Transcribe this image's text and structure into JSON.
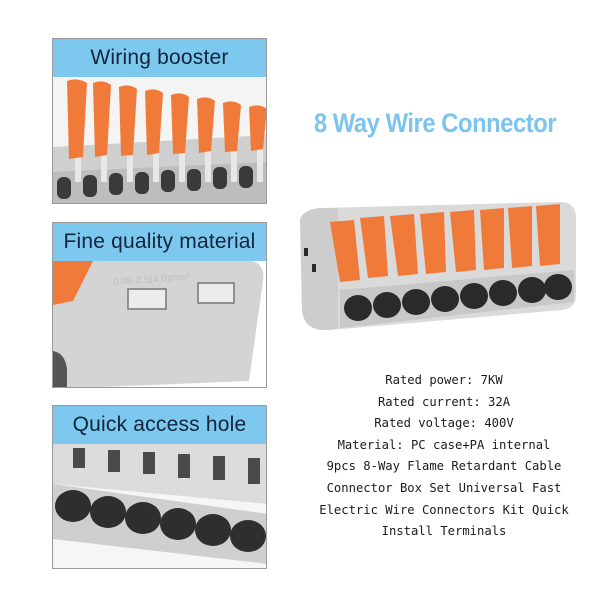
{
  "panels": [
    {
      "label": "Wiring booster",
      "image": "orange-levers-closeup"
    },
    {
      "label": "Fine quality material",
      "image": "gray-case-side-closeup"
    },
    {
      "label": "Quick access hole",
      "image": "wire-holes-closeup"
    }
  ],
  "title": "8 Way Wire Connector",
  "product_image": "8-way-wire-connector",
  "case_marking": "0.08-2.5(4.0)mm²",
  "specs": [
    "Rated power: 7KW",
    "Rated current: 32A",
    "Rated voltage: 400V",
    "Material: PC case+PA internal",
    "9pcs 8-Way Flame Retardant Cable",
    "Connector Box Set Universal Fast",
    "Electric Wire Connectors Kit Quick",
    "Install Terminals"
  ],
  "colors": {
    "header_bg": "#7cc8ef",
    "header_text": "#13253a",
    "title": "#7cc4ee",
    "lever_orange": "#f07a3a",
    "case_gray": "#d9d9d9",
    "hole_dark": "#2b2b2b"
  }
}
